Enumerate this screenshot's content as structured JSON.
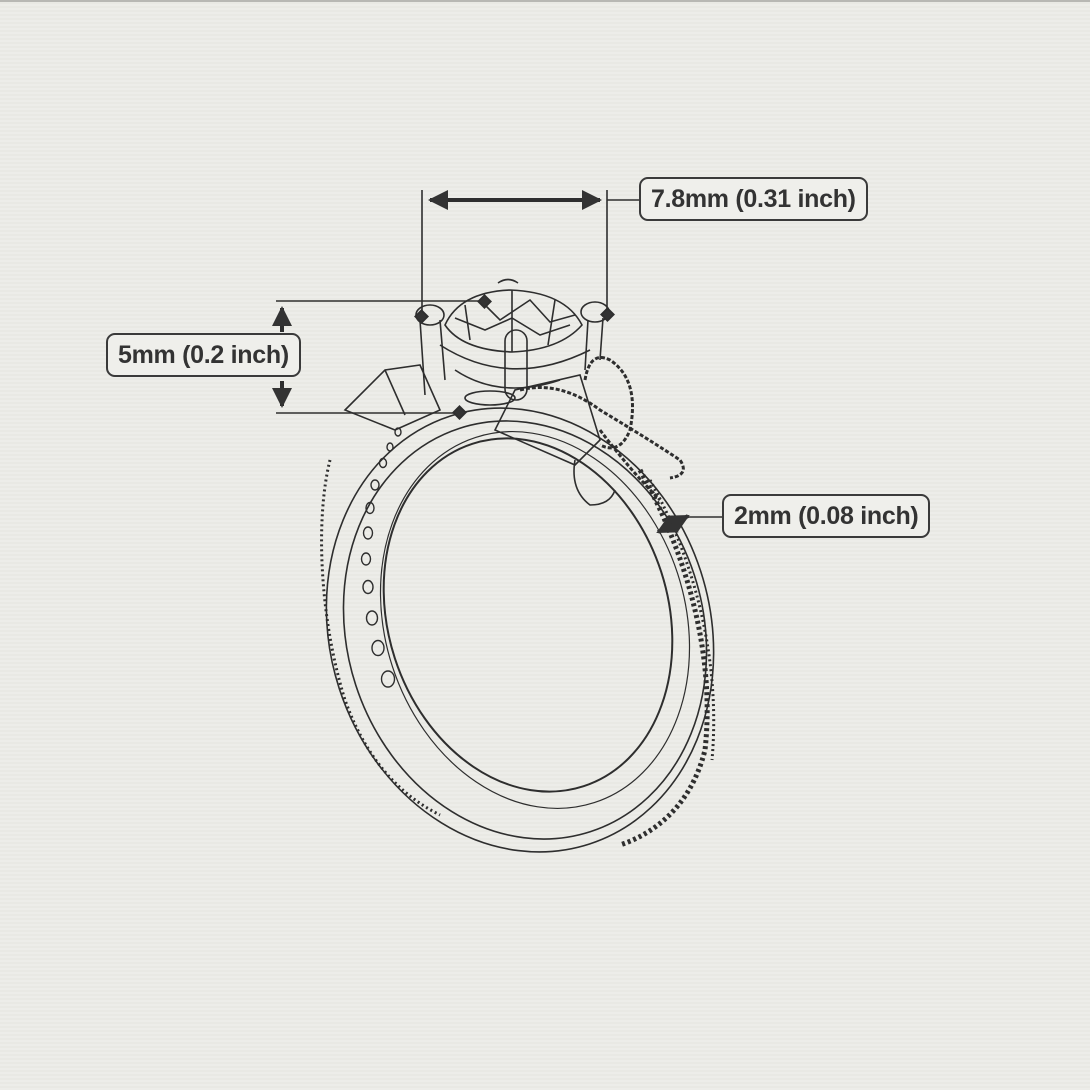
{
  "diagram": {
    "subject": "Ring technical line drawing with dimensions",
    "colors": {
      "background": "#ecece7",
      "line": "#2e2e2e",
      "label_border": "#3a3a3a",
      "label_text": "#333333"
    },
    "dimensions": {
      "stone_width": {
        "label": "7.8mm (0.31 inch)",
        "axis": "horizontal"
      },
      "setting_height": {
        "label": "5mm (0.2 inch)",
        "axis": "vertical"
      },
      "band_width": {
        "label": "2mm (0.08 inch)",
        "axis": "diagonal"
      }
    }
  }
}
